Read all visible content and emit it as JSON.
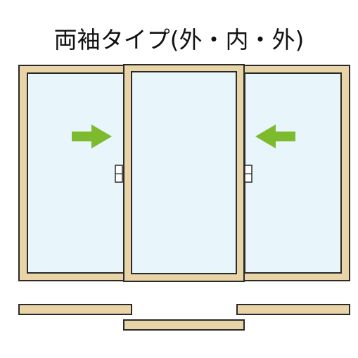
{
  "title": "両袖タイプ(外・内・外)",
  "colors": {
    "frame_fill": "#e8d4a6",
    "frame_stroke": "#2a2a2a",
    "glass": "#e8f5fb",
    "arrow": "#7dba2e",
    "background": "#ffffff"
  },
  "panels": [
    {
      "name": "left-outer-panel",
      "position": "outer",
      "slide_direction": "right"
    },
    {
      "name": "center-inner-panel",
      "position": "inner",
      "slide_direction": "none"
    },
    {
      "name": "right-outer-panel",
      "position": "outer",
      "slide_direction": "left"
    }
  ],
  "icons": [
    "arrow-right-icon",
    "arrow-left-icon",
    "handle-icon",
    "rail-icon"
  ]
}
